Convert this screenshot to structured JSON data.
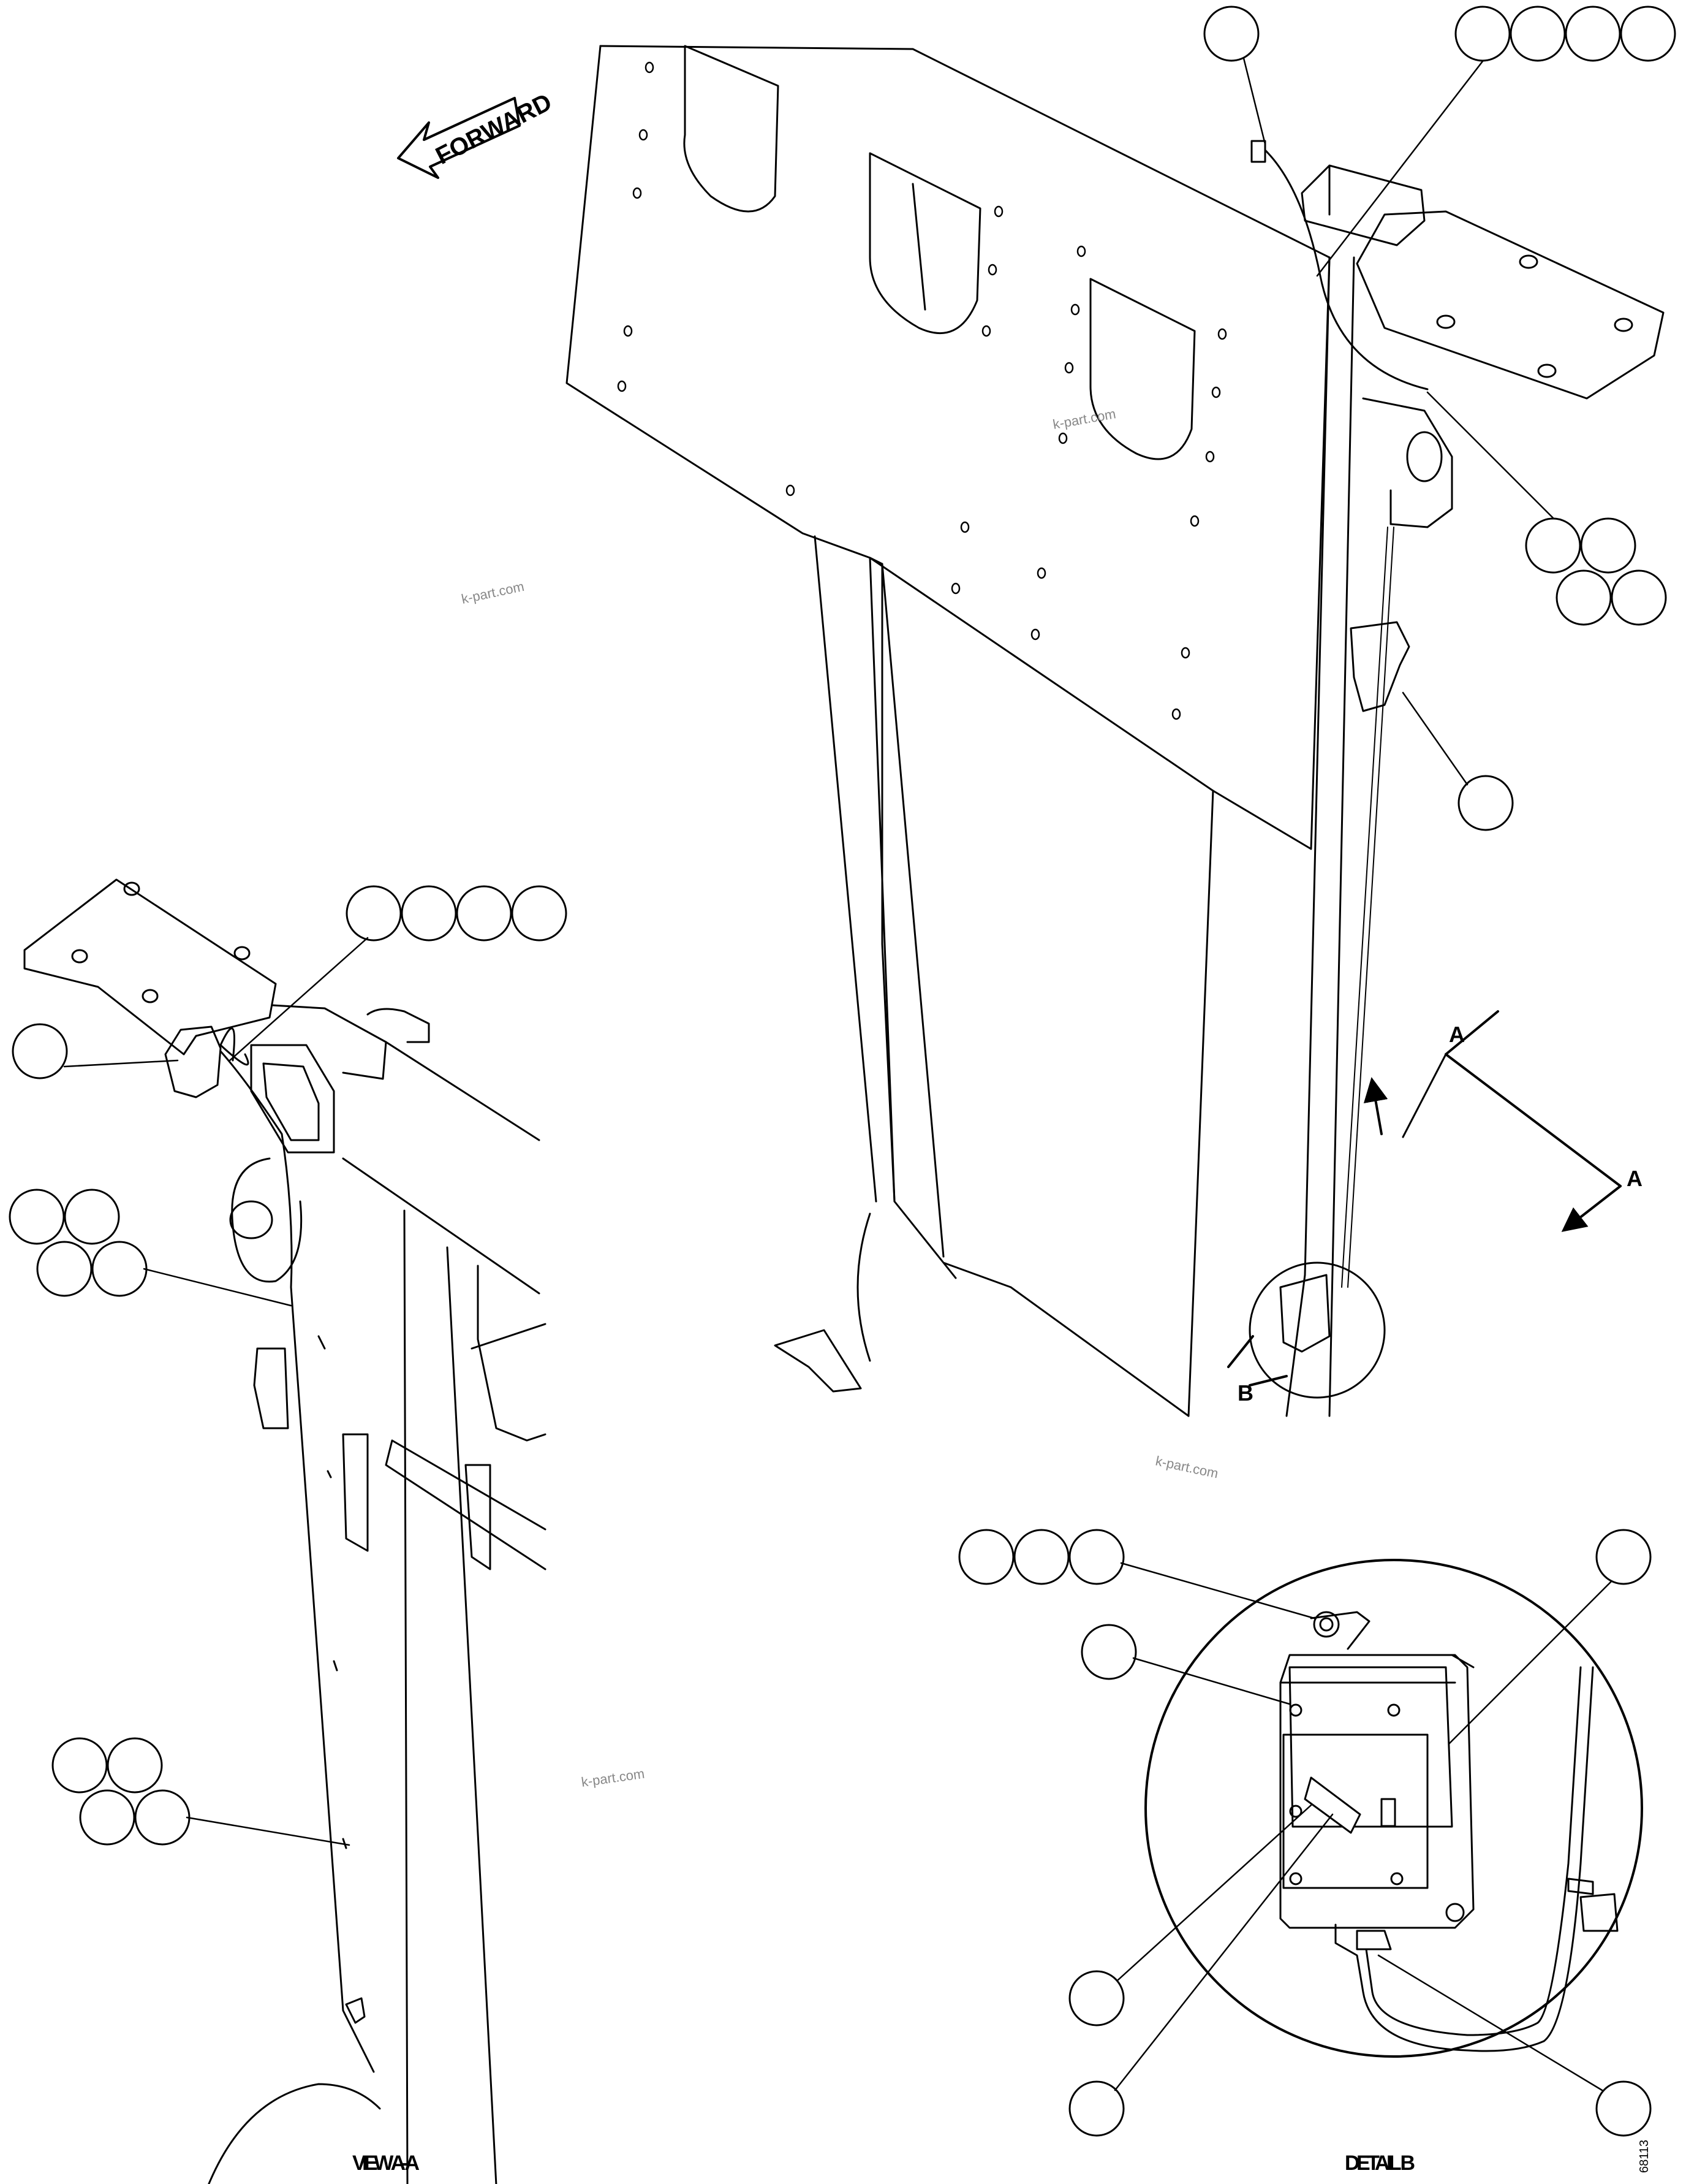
{
  "forward_arrow": {
    "label": "FORWARD"
  },
  "section_markers": {
    "section_letter": "A",
    "detail_letter": "B"
  },
  "captions": {
    "view": "VIEW A-A",
    "detail": "DETAIL B"
  },
  "figure_code": "68113",
  "watermarks": [
    "k-part.com",
    "k-part.com",
    "k-part.com",
    "k-part.com"
  ]
}
